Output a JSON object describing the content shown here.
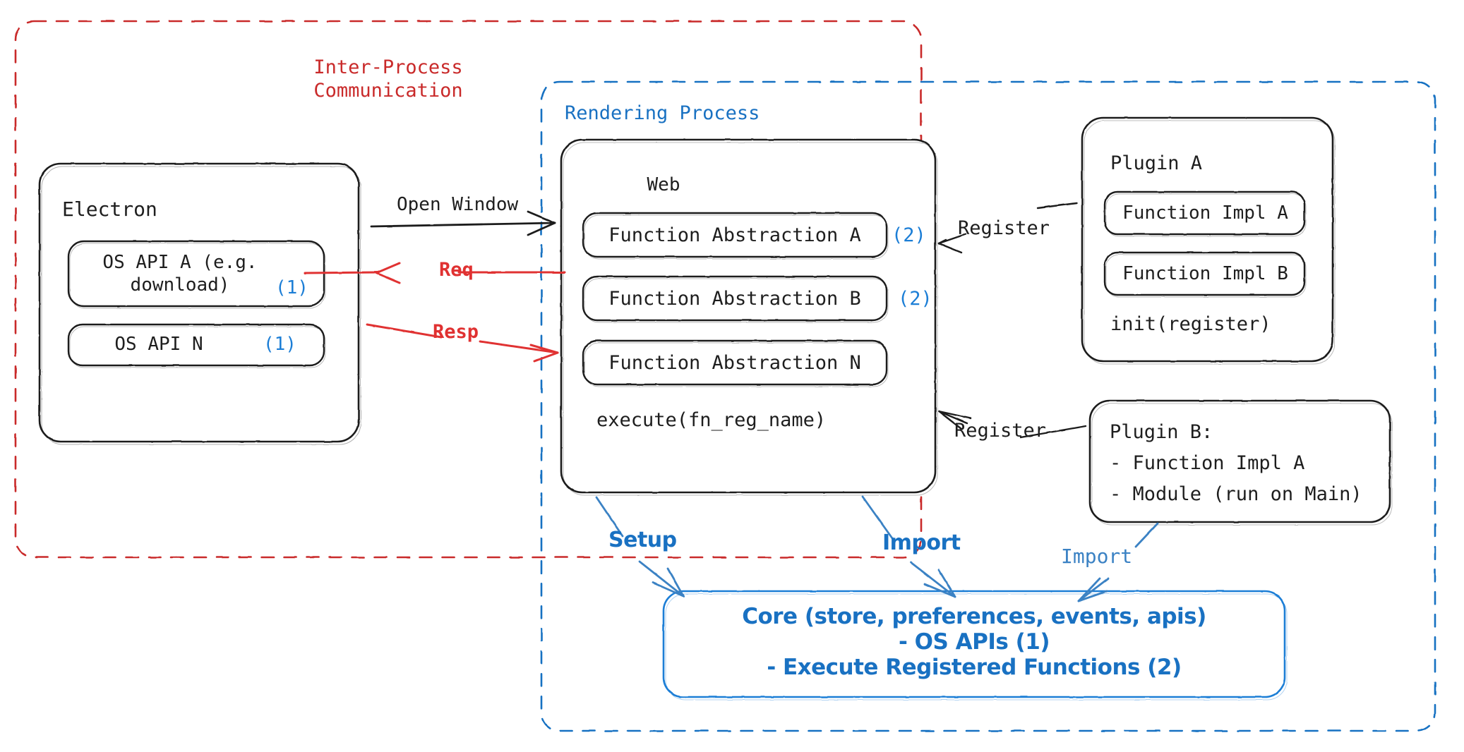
{
  "colors": {
    "ink": "#1e1e1e",
    "red": "#c92a2a",
    "red_arrow": "#e03131",
    "blue": "#1971c2",
    "blue_accent": "#1c7ed6",
    "background": "#ffffff"
  },
  "containers": {
    "ipc": {
      "label": "Inter-Process\nCommunication",
      "style": "dashed",
      "color": "#c92a2a"
    },
    "rendering": {
      "label": "Rendering Process",
      "style": "dashed",
      "color": "#1971c2"
    }
  },
  "electron": {
    "title": "Electron",
    "apis": [
      {
        "label": "OS API A (e.g.\ndownload)",
        "marker": "(1)"
      },
      {
        "label": "OS API N",
        "marker": "(1)"
      }
    ]
  },
  "web": {
    "title": "Web",
    "abstractions": [
      {
        "label": "Function Abstraction A",
        "marker": "(2)"
      },
      {
        "label": "Function Abstraction B",
        "marker": "(2)"
      },
      {
        "label": "Function Abstraction N",
        "marker": ""
      }
    ],
    "footer": "execute(fn_reg_name)"
  },
  "plugin_a": {
    "title": "Plugin A",
    "impls": [
      {
        "label": "Function Impl A"
      },
      {
        "label": "Function Impl B"
      }
    ],
    "footer": "init(register)"
  },
  "plugin_b": {
    "lines": [
      "Plugin B:",
      "- Function Impl A",
      "- Module (run on Main)"
    ]
  },
  "core": {
    "lines": [
      "Core (store, preferences, events, apis)",
      "- OS APIs (1)",
      "- Execute Registered Functions (2)"
    ]
  },
  "edges": [
    {
      "id": "open-window",
      "label": "Open Window",
      "color": "#1e1e1e",
      "direction": "right"
    },
    {
      "id": "req",
      "label": "Req",
      "color": "#e03131",
      "direction": "left"
    },
    {
      "id": "resp",
      "label": "Resp",
      "color": "#e03131",
      "direction": "right"
    },
    {
      "id": "register-a",
      "label": "Register",
      "color": "#1e1e1e",
      "direction": "left"
    },
    {
      "id": "register-b",
      "label": "Register",
      "color": "#1e1e1e",
      "direction": "left"
    },
    {
      "id": "setup",
      "label": "Setup",
      "color": "#1971c2",
      "direction": "down"
    },
    {
      "id": "import-web",
      "label": "Import",
      "color": "#1971c2",
      "direction": "down"
    },
    {
      "id": "import-plugin",
      "label": "Import",
      "color": "#1971c2",
      "direction": "down-left"
    }
  ]
}
